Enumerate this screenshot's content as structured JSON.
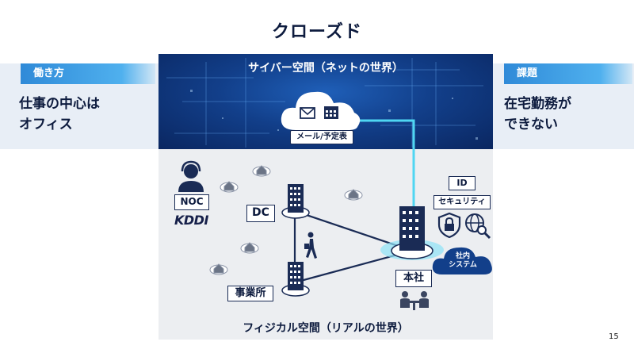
{
  "title": "クローズド",
  "left_panel": {
    "tag": "働き方",
    "line1": "仕事の中心は",
    "line2": "オフィス"
  },
  "right_panel": {
    "tag": "課題",
    "line1": "在宅勤務が",
    "line2": "できない"
  },
  "cyber_space": {
    "label": "サイバー空間（ネットの世界）",
    "cloud_label": "メール/予定表"
  },
  "physical_space": {
    "label": "フィジカル空間（リアルの世界）",
    "noc_label": "NOC",
    "brand": "KDDI",
    "dc_label": "DC",
    "jigyosho_label": "事業所",
    "honsha_label": "本社",
    "id_label": "ID",
    "security_label": "セキュリティ",
    "shanai_line1": "社内",
    "shanai_line2": "システム"
  },
  "page_number": "15",
  "colors": {
    "navy": "#0d1b3e",
    "accent_blue": "#2f8ad8",
    "cyan_link": "#4fd6f2",
    "cyber_bg": "#123f8a"
  }
}
